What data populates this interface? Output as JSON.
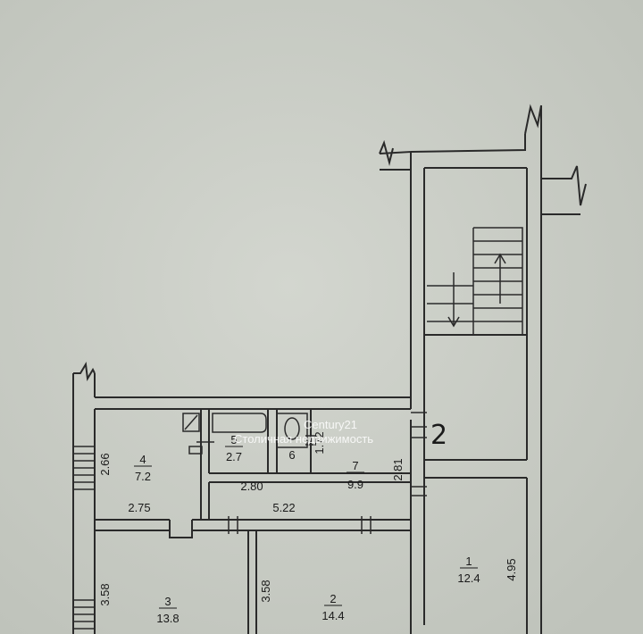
{
  "watermark": {
    "line1": "Century21",
    "line2": "Столичная недвижимость"
  },
  "handwritten_mark": "2",
  "rooms": [
    {
      "number": "1",
      "area": "12.4"
    },
    {
      "number": "2",
      "area": "14.4"
    },
    {
      "number": "3",
      "area": "13.8"
    },
    {
      "number": "4",
      "area": "7.2"
    },
    {
      "number": "5",
      "area": "2.7"
    },
    {
      "number": "6",
      "area": ""
    },
    {
      "number": "7",
      "area": "9.9"
    }
  ],
  "dimensions": {
    "room4_height": "2.66",
    "room4_width": "2.75",
    "room5_width": "2.80",
    "room6_height": "1.72",
    "corridor_length": "5.22",
    "corridor_height": "2.81",
    "room3_height": "3.58",
    "room2_height": "3.58",
    "room1_height": "4.95"
  },
  "colors": {
    "background": "#c9ccc5",
    "wall": "#2a2a2a",
    "line": "#2a2a2a"
  }
}
